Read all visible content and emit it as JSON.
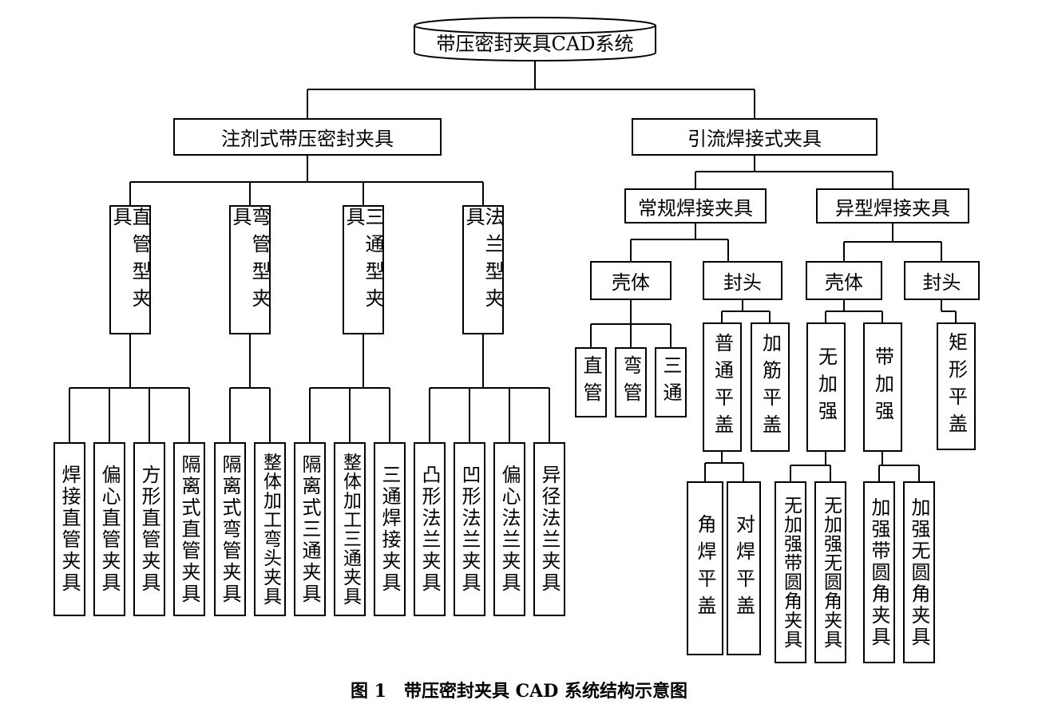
{
  "root": "带压密封夹具CAD系统",
  "left": {
    "title": "注剂式带压密封夹具",
    "groups": [
      {
        "title": "直管型夹具",
        "leaves": [
          "焊接直管夹具",
          "偏心直管夹具",
          "方形直管夹具",
          "隔离式直管夹具"
        ]
      },
      {
        "title": "弯管型夹具",
        "leaves": [
          "隔离式弯管夹具",
          "整体加工弯头夹具"
        ]
      },
      {
        "title": "三通型夹具",
        "leaves": [
          "隔离式三通夹具",
          "整体加工三通夹具",
          "三通焊接夹具"
        ]
      },
      {
        "title": "法兰型夹具",
        "leaves": [
          "凸形法兰夹具",
          "凹形法兰夹具",
          "偏心法兰夹具",
          "异径法兰夹具"
        ]
      }
    ]
  },
  "right": {
    "title": "引流焊接式夹具",
    "normal": {
      "title": "常规焊接夹具",
      "shell": {
        "title": "壳体",
        "leaves": [
          "直管",
          "弯管",
          "三通"
        ]
      },
      "head": {
        "title": "封头",
        "plain": {
          "title": "普通平盖",
          "leaves": [
            "角焊平盖",
            "对焊平盖"
          ]
        },
        "ribbed": "加筋平盖"
      }
    },
    "special": {
      "title": "异型焊接夹具",
      "shell": {
        "title": "壳体",
        "nonreinf": {
          "title": "无加强",
          "leaves": [
            "无加强带圆角夹具",
            "无加强无圆角夹具"
          ]
        },
        "reinf": {
          "title": "带加强",
          "leaves": [
            "加强带圆角夹具",
            "加强无圆角夹具"
          ]
        }
      },
      "head": {
        "title": "封头",
        "rect": "矩形平盖"
      }
    }
  },
  "caption": "图 1　带压密封夹具 CAD 系统结构示意图"
}
